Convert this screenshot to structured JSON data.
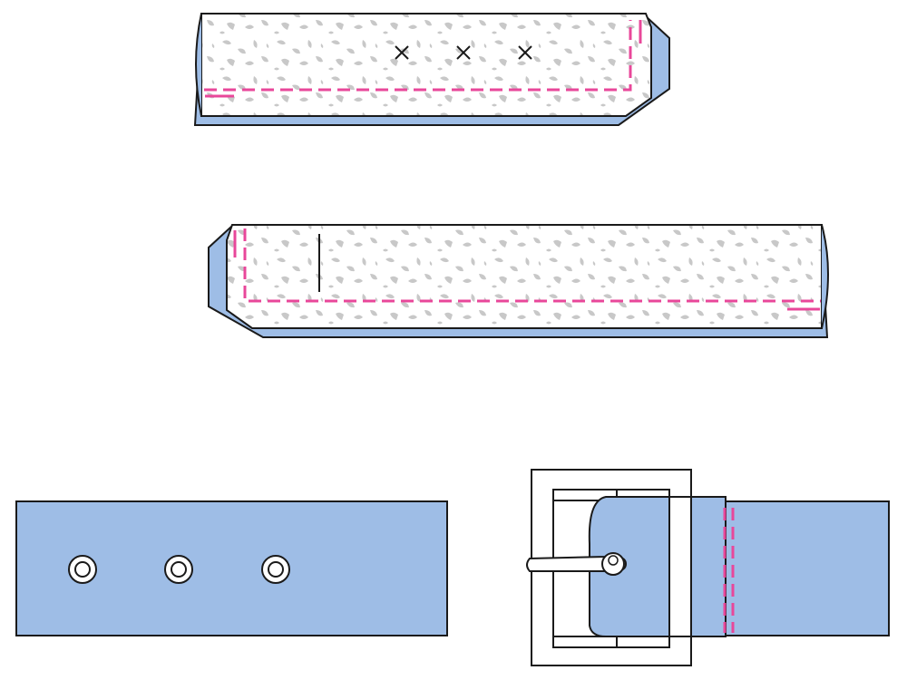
{
  "colors": {
    "belt_blue": "#9ebde6",
    "fabric_white": "#ffffff",
    "fabric_pattern": "#c8c8c8",
    "outline": "#1a1a1a",
    "stitch_pink": "#e8479a"
  },
  "figures": [
    {
      "id": "step-1",
      "description_icon": "belt-end-folded-left-view",
      "markers": [
        "x-mark",
        "x-mark",
        "x-mark"
      ]
    },
    {
      "id": "step-2",
      "description_icon": "belt-end-folded-right-view",
      "markers": [
        "slit-mark"
      ]
    },
    {
      "id": "step-3",
      "description_icon": "finished-belt-with-eyelets-and-buckle",
      "eyelet_count": 3
    }
  ]
}
